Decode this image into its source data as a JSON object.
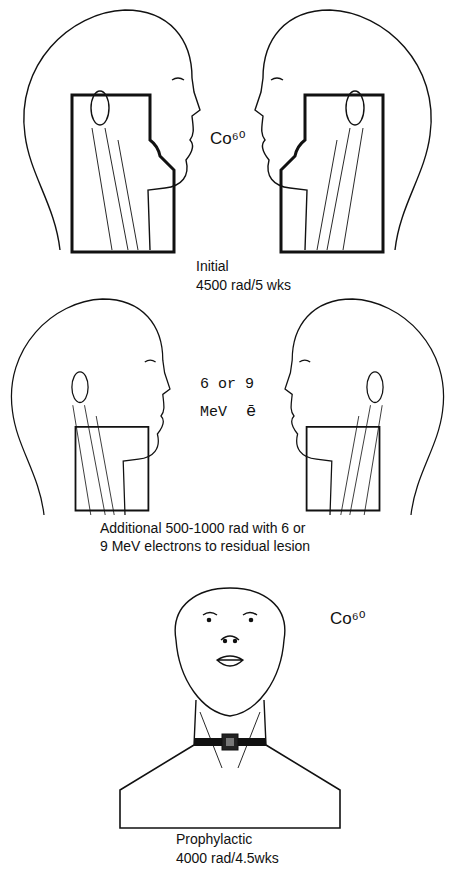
{
  "diagram": {
    "labels": [
      "Co⁶⁰",
      "Initial",
      "4500 rad/5 wks",
      "6 or 9",
      "MeV",
      "ē",
      "Additional 500-1000 rad with 6 or 9 MeV electrons to residual lesion",
      "Co⁶⁰",
      "Prophylactic",
      "4000 rad/4.5wks"
    ]
  }
}
